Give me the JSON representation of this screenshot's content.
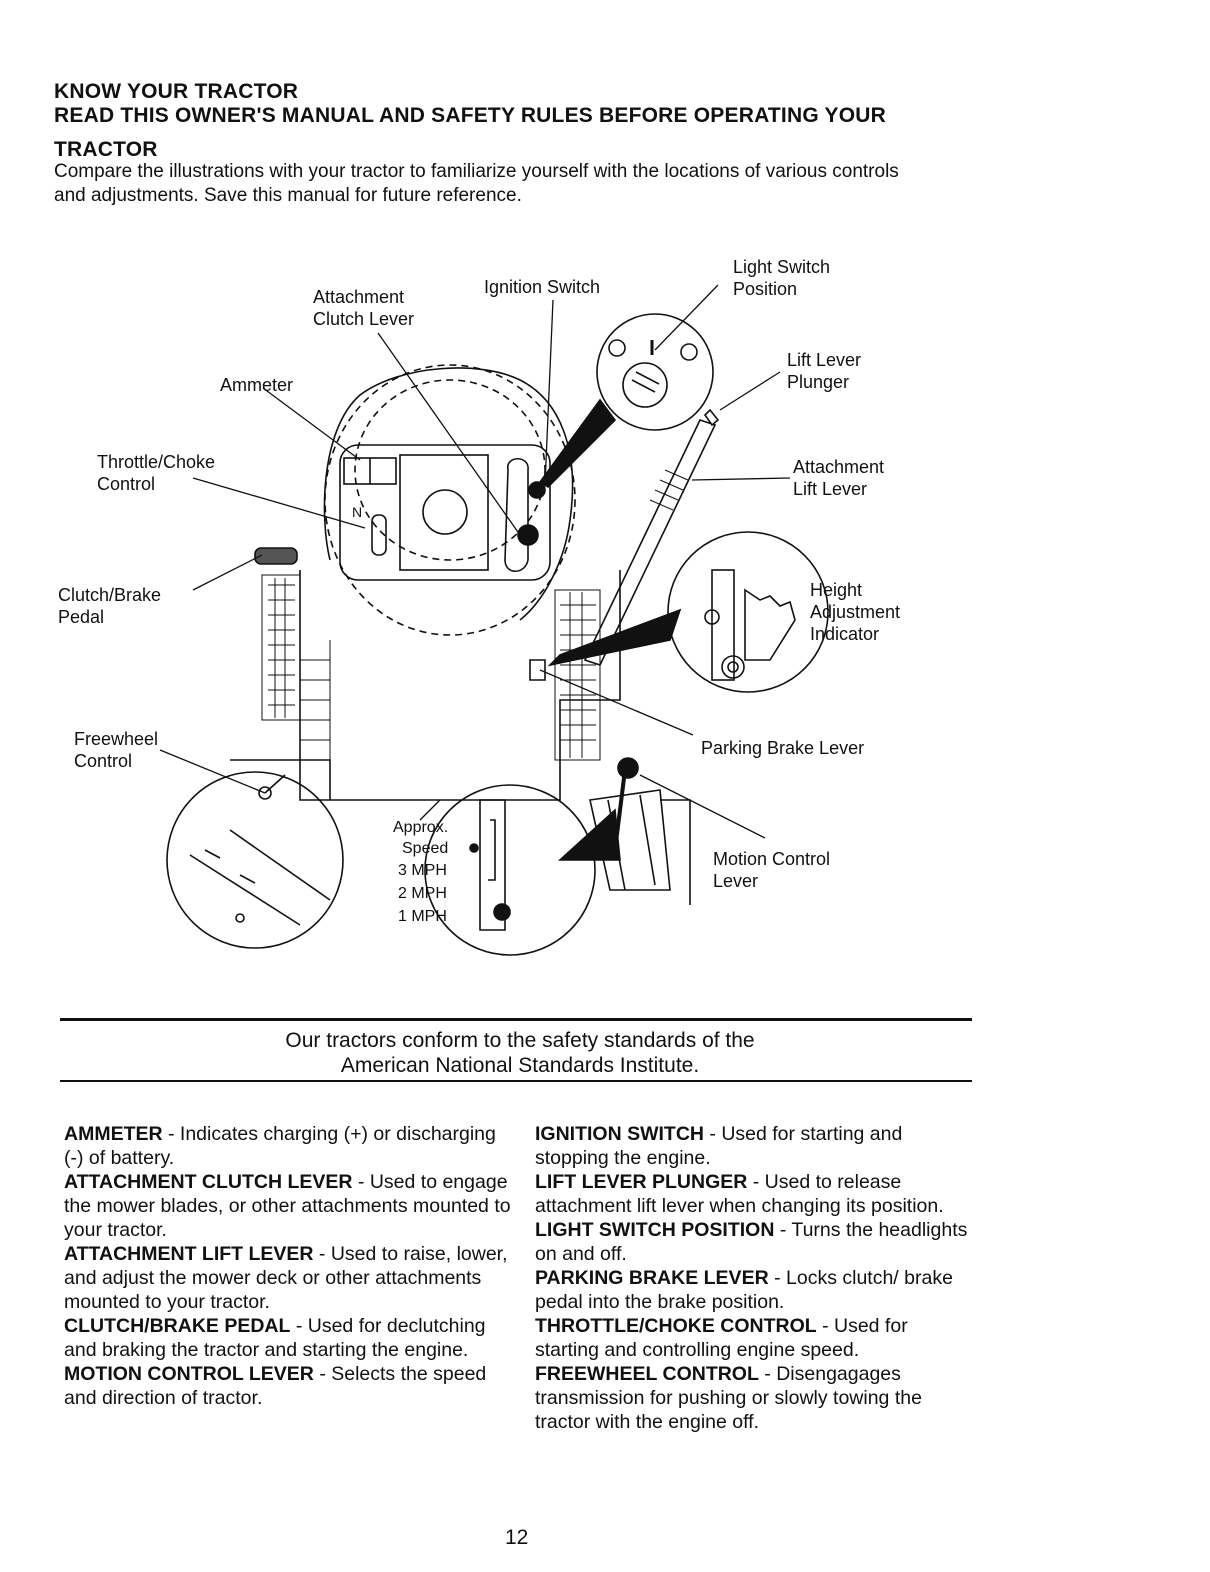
{
  "header": {
    "title": "KNOW YOUR TRACTOR",
    "subtitle_line1": "READ THIS OWNER'S MANUAL AND SAFETY RULES BEFORE OPERATING YOUR",
    "subtitle_line2": "TRACTOR",
    "intro": "Compare the illustrations with your tractor to familiarize yourself with the locations of various controls and adjustments. Save this manual for future reference."
  },
  "diagram": {
    "labels": {
      "attachment_clutch_lever": "Attachment\nClutch Lever",
      "ignition_switch": "Ignition Switch",
      "light_switch_position": "Light Switch\nPosition",
      "lift_lever_plunger": "Lift Lever\nPlunger",
      "ammeter": "Ammeter",
      "throttle_choke_control": "Throttle/Choke\nControl",
      "attachment_lift_lever": "Attachment\nLift Lever",
      "clutch_brake_pedal": "Clutch/Brake\nPedal",
      "height_adjustment_indicator": "Height\nAdjustment\nIndicator",
      "freewheel_control": "Freewheel\nControl",
      "parking_brake_lever": "Parking Brake Lever",
      "motion_control_lever": "Motion Control\nLever"
    },
    "speed_labels": {
      "approx": "Approx.",
      "speed": "Speed",
      "mph3": "3 MPH",
      "mph2": "2 MPH",
      "mph1": "1 MPH"
    }
  },
  "notice": {
    "line1": "Our tractors conform to the safety standards of the",
    "line2": "American National Standards Institute."
  },
  "definitions": {
    "left": [
      {
        "term": "AMMETER",
        "text": " - Indicates charging (+) or discharging (-) of battery."
      },
      {
        "term": "ATTACHMENT CLUTCH LEVER",
        "text": " - Used to engage the mower blades, or other attachments mounted to your tractor."
      },
      {
        "term": "ATTACHMENT LIFT LEVER",
        "text": " - Used to raise, lower, and adjust the mower deck or other attachments mounted to your tractor."
      },
      {
        "term": "CLUTCH/BRAKE PEDAL",
        "text": " - Used for declutching and braking the tractor and starting the engine."
      },
      {
        "term": "MOTION CONTROL LEVER",
        "text": " - Selects the speed and direction of tractor."
      }
    ],
    "right": [
      {
        "term": "IGNITION SWITCH",
        "text": " - Used for starting and stopping the engine."
      },
      {
        "term": "LIFT LEVER PLUNGER",
        "text": " - Used to release attachment lift lever when changing its position."
      },
      {
        "term": "LIGHT SWITCH POSITION",
        "text": " - Turns the headlights on and off."
      },
      {
        "term": "PARKING BRAKE LEVER",
        "text": " - Locks clutch/ brake pedal into the brake position."
      },
      {
        "term": "THROTTLE/CHOKE CONTROL",
        "text": " - Used for starting and controlling engine speed."
      },
      {
        "term": "FREEWHEEL CONTROL",
        "text": " - Disengagages transmission for pushing or slowly towing the tractor with the engine off."
      }
    ]
  },
  "page_number": "12"
}
